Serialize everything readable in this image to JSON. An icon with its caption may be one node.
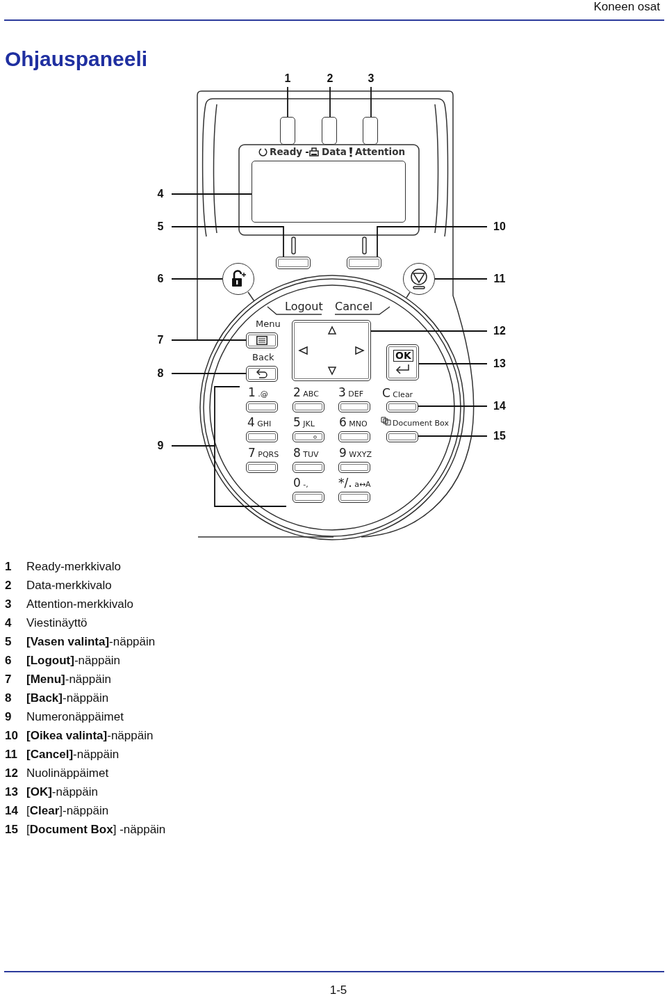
{
  "diagram": {
    "title": "Ohjauspaneeli",
    "nodes": [
      {
        "text": [
          "1"
        ]
      },
      {
        "text": [
          "2"
        ]
      },
      {
        "text": [
          "3"
        ]
      },
      {
        "text": [
          "4"
        ]
      },
      {
        "text": [
          "5"
        ]
      },
      {
        "text": [
          "6"
        ]
      },
      {
        "text": [
          "7"
        ]
      },
      {
        "text": [
          "8"
        ]
      },
      {
        "text": [
          "9"
        ]
      },
      {
        "text": [
          "10"
        ]
      },
      {
        "text": [
          "11"
        ]
      },
      {
        "text": [
          "12"
        ]
      },
      {
        "text": [
          "13"
        ]
      },
      {
        "text": [
          "14"
        ]
      },
      {
        "text": [
          "15"
        ]
      },
      {
        "text": [],
        "shape": "box",
        "beside": [
          "Ready"
        ]
      },
      {
        "text": [],
        "shape": "box",
        "beside": [
          "Data"
        ]
      },
      {
        "text": [],
        "shape": "box",
        "beside": [
          "Attention"
        ]
      },
      {
        "text": [],
        "shape": "box"
      },
      {
        "text": [],
        "shape": "box"
      },
      {
        "text": [],
        "shape": "circle"
      },
      {
        "text": [],
        "shape": "box",
        "beside": [
          "Menu"
        ]
      },
      {
        "text": [],
        "shape": "box",
        "beside": [
          "Back"
        ]
      },
      {
        "text": [],
        "shape": "box"
      },
      {
        "text": [],
        "shape": "circle"
      },
      {
        "text": [],
        "shape": "box"
      },
      {
        "text": [
          "OK"
        ]
      },
      {
        "text": [],
        "shape": "box",
        "beside": [
          "C Clear"
        ]
      },
      {
        "text": [],
        "shape": "box",
        "beside": [
          "Document Box"
        ]
      }
    ],
    "edges": [
      {
        "from": 0,
        "to": 15,
        "arrow": "none"
      },
      {
        "from": 1,
        "to": 16,
        "arrow": "none"
      },
      {
        "from": 2,
        "to": 17,
        "arrow": "none"
      },
      {
        "from": 3,
        "to": 18,
        "arrow": "none"
      },
      {
        "from": 4,
        "to": 19,
        "arrow": "none"
      },
      {
        "from": 5,
        "to": 20,
        "arrow": "none"
      },
      {
        "from": 6,
        "to": 21,
        "arrow": "none"
      },
      {
        "from": 7,
        "to": 22,
        "arrow": "none"
      },
      {
        "from": 8,
        "to": null,
        "arrow": "none"
      },
      {
        "from": 9,
        "to": 23,
        "arrow": "none"
      },
      {
        "from": 10,
        "to": 24,
        "arrow": "none"
      },
      {
        "from": 11,
        "to": 25,
        "arrow": "none"
      },
      {
        "from": 12,
        "to": 26,
        "arrow": "none"
      },
      {
        "from": 13,
        "to": 27,
        "arrow": "none"
      },
      {
        "from": 14,
        "to": 28,
        "arrow": "none"
      }
    ],
    "labels": [
      "Koneen osat",
      "Logout",
      "Cancel",
      "1 .@",
      "2 ABC",
      "3 DEF",
      "4 GHI",
      "5 JKL",
      "6 MNO",
      "7 PQRS",
      "8 TUV",
      "9 WXYZ",
      "0 -,",
      "*/. a↔A",
      "1",
      "Ready-merkkivalo",
      "2",
      "Data-merkkivalo",
      "3",
      "Attention-merkkivalo",
      "4",
      "Viestinäyttö",
      "5",
      "**[Vasen valinta]**-näppäin",
      "6",
      "**[Logout]**-näppäin",
      "7",
      "**[Menu]**-näppäin",
      "8",
      "**[Back]**-näppäin",
      "9",
      "Numeronäppäimet",
      "10",
      "**[Oikea valinta]**-näppäin",
      "11",
      "**[Cancel]**-näppäin",
      "12",
      "Nuolinäppäimet",
      "13",
      "**[OK]**-näppäin",
      "14",
      "[**Clear**]-näppäin",
      "15",
      "[**Document Box**] -näppäin",
      "1-5"
    ]
  }
}
